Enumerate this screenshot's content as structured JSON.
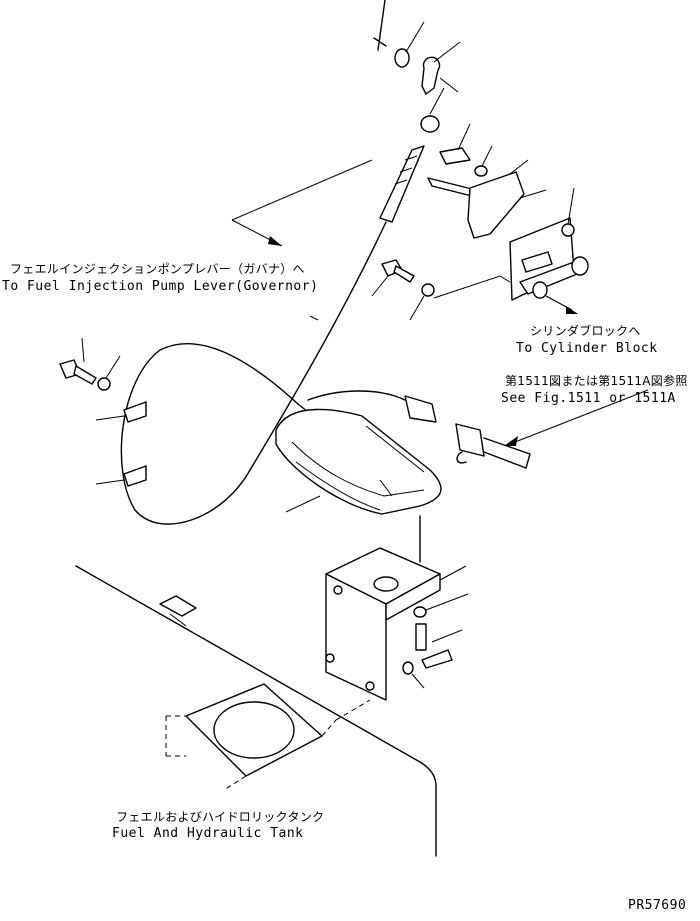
{
  "labels": {
    "governor_ja": "フェエルインジェクションポンプレバー（ガバナ）へ",
    "governor_en": "To Fuel Injection Pump Lever(Governor)",
    "cylinder_ja": "シリンダブロックへ",
    "cylinder_en": "To Cylinder Block",
    "fig_ref_ja": "第1511図または第1511A図参照",
    "fig_ref_en": "See Fig.1511 or 1511A",
    "tank_ja": "フェエルおよびハイドロリックタンク",
    "tank_en": "Fuel And Hydraulic Tank",
    "part_code": "PR57690"
  },
  "colors": {
    "line": "#000000",
    "background": "#ffffff"
  }
}
